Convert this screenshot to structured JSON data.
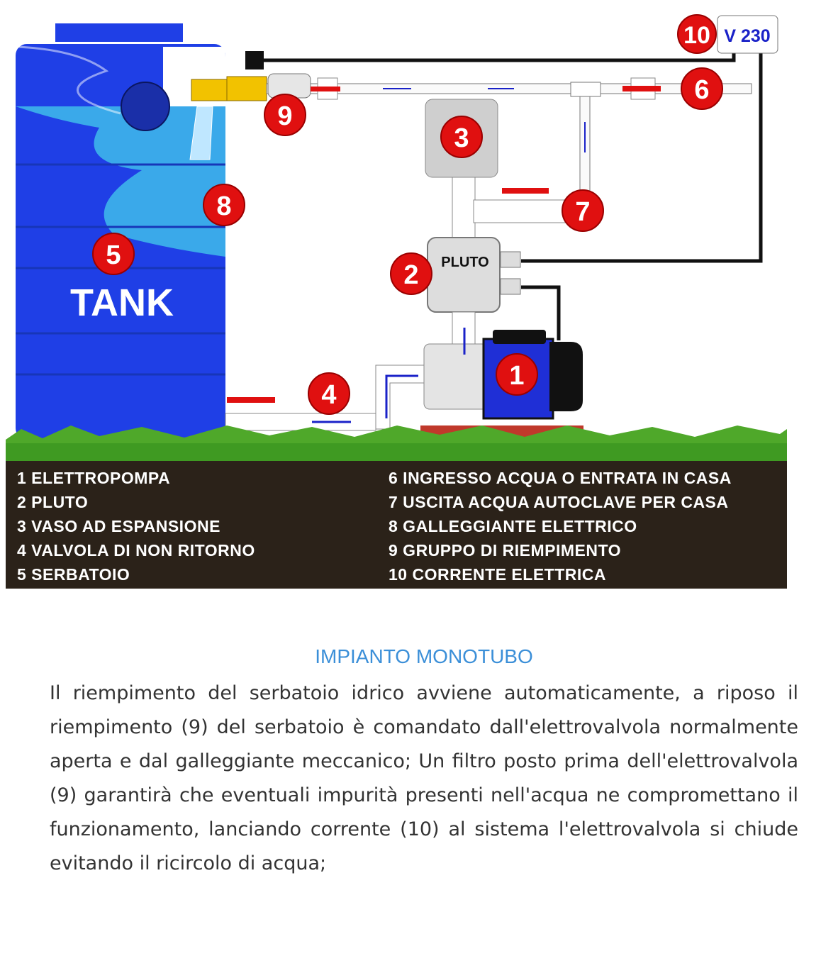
{
  "diagram": {
    "tank_label": "TANK",
    "pluto_label": "PLUTO",
    "voltage_label": "V 230",
    "markers": [
      "1",
      "2",
      "3",
      "4",
      "5",
      "6",
      "7",
      "8",
      "9",
      "10"
    ],
    "legend_left": [
      "1 ELETTROPOMPA",
      "2 PLUTO",
      "3 VASO AD ESPANSIONE",
      "4 VALVOLA DI NON RITORNO",
      "5 SERBATOIO"
    ],
    "legend_right": [
      "6 INGRESSO ACQUA O ENTRATA IN CASA",
      "7 USCITA ACQUA AUTOCLAVE PER CASA",
      "8 GALLEGGIANTE ELETTRICO",
      "9 GRUPPO DI RIEMPIMENTO",
      "10 CORRENTE ELETTRICA"
    ]
  },
  "article": {
    "title": "IMPIANTO MONOTUBO",
    "body": "Il riempimento del serbatoio idrico  avviene automaticamente, a riposo il  riempimento (9)  del serbatoio è comandato dall'elettrovalvola normalmente aperta e dal galleggiante meccanico; Un filtro posto prima dell'elettrovalvola  (9) garantirà che eventuali impurità presenti nell'acqua ne compromettano il funzionamento, lanciando corrente (10) al sistema l'elettrovalvola si chiude evitando il ricircolo di acqua;"
  },
  "colors": {
    "accent": "#3b8fd8",
    "marker": "#e01010",
    "tank": "#1f3fe6",
    "water": "#3aa9ea"
  }
}
